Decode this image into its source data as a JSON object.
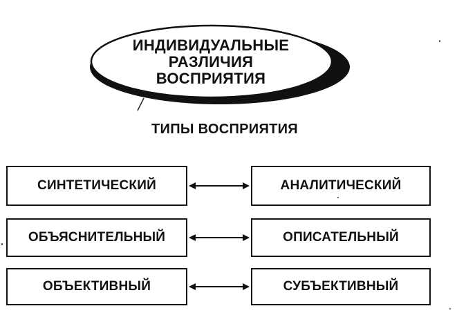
{
  "title": {
    "lines": [
      "ИНДИВИДУАЛЬНЫЕ",
      "РАЗЛИЧИЯ",
      "ВОСПРИЯТИЯ"
    ]
  },
  "subtitle": "ТИПЫ ВОСПРИЯТИЯ",
  "pairs": [
    {
      "left": "СИНТЕТИЧЕСКИЙ",
      "right": "АНАЛИТИЧЕСКИЙ"
    },
    {
      "left": "ОБЪЯСНИТЕЛЬНЫЙ",
      "right": "ОПИСАТЕЛЬНЫЙ"
    },
    {
      "left": "ОБЪЕКТИВНЫЙ",
      "right": "СУБЪЕКТИВНЫЙ"
    }
  ],
  "colors": {
    "ink": "#111111",
    "paper": "#ffffff"
  }
}
